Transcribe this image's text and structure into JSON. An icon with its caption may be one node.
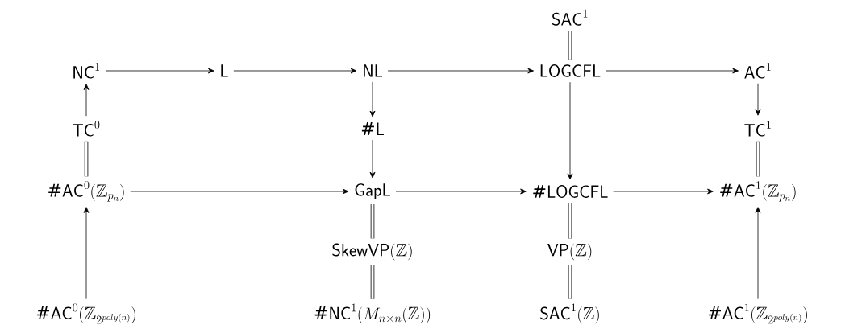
{
  "diagram": {
    "nodes": [
      {
        "text": [
          "\\mathsf{SAC}^1"
        ]
      },
      {
        "text": [
          "\\mathsf{NC}^1"
        ]
      },
      {
        "text": [
          "\\mathsf{L}"
        ]
      },
      {
        "text": [
          "\\mathsf{NL}"
        ]
      },
      {
        "text": [
          "\\mathsf{LOGCFL}"
        ]
      },
      {
        "text": [
          "\\mathsf{AC}^1"
        ]
      },
      {
        "text": [
          "\\mathsf{TC}^0"
        ]
      },
      {
        "text": [
          "\\#\\mathsf{L}"
        ]
      },
      {
        "text": [
          "\\mathsf{TC}^1"
        ]
      },
      {
        "text": [
          "\\#\\mathsf{AC}^0(\\mathbb{Z}_{p_n})"
        ]
      },
      {
        "text": [
          "\\mathsf{GapL}"
        ]
      },
      {
        "text": [
          "\\#\\mathsf{LOGCFL}"
        ]
      },
      {
        "text": [
          "\\#\\mathsf{AC}^1(\\mathbb{Z}_{p_n})"
        ]
      },
      {
        "text": [
          "\\mathsf{SkewVP}(\\mathbb{Z})"
        ]
      },
      {
        "text": [
          "\\mathsf{VP}(\\mathbb{Z})"
        ]
      },
      {
        "text": [
          "\\#\\mathsf{AC}^0(\\mathbb{Z}_{2^{poly(n)}})"
        ]
      },
      {
        "text": [
          "\\#\\mathsf{NC}^1(M_{n\\times n}(\\mathbb{Z}))"
        ]
      },
      {
        "text": [
          "\\mathsf{SAC}^1(\\mathbb{Z})"
        ]
      },
      {
        "text": [
          "\\#\\mathsf{AC}^1(\\mathbb{Z}_{2^{poly(n)}})"
        ]
      }
    ],
    "edges": [
      {
        "from": 1,
        "to": 2,
        "arrow": "to"
      },
      {
        "from": 2,
        "to": 3,
        "arrow": "to"
      },
      {
        "from": 3,
        "to": 4,
        "arrow": "to"
      },
      {
        "from": 4,
        "to": 5,
        "arrow": "to"
      },
      {
        "from": 6,
        "to": 1,
        "arrow": "to"
      },
      {
        "from": 3,
        "to": 7,
        "arrow": "to"
      },
      {
        "from": 7,
        "to": 10,
        "arrow": "to"
      },
      {
        "from": 5,
        "to": 8,
        "arrow": "to"
      },
      {
        "from": 4,
        "to": 11,
        "arrow": "to"
      },
      {
        "from": 9,
        "to": 10,
        "arrow": "to"
      },
      {
        "from": 10,
        "to": 11,
        "arrow": "to"
      },
      {
        "from": 11,
        "to": 12,
        "arrow": "to"
      },
      {
        "from": 15,
        "to": 9,
        "arrow": "to"
      },
      {
        "from": 18,
        "to": 12,
        "arrow": "to"
      },
      {
        "from": 0,
        "to": 4,
        "arrow": "none",
        "style": "thick"
      },
      {
        "from": 6,
        "to": 9,
        "arrow": "none",
        "style": "thick"
      },
      {
        "from": 8,
        "to": 12,
        "arrow": "none",
        "style": "thick"
      },
      {
        "from": 10,
        "to": 13,
        "arrow": "none",
        "style": "thick"
      },
      {
        "from": 13,
        "to": 16,
        "arrow": "none",
        "style": "thick"
      },
      {
        "from": 11,
        "to": 14,
        "arrow": "none",
        "style": "thick"
      },
      {
        "from": 14,
        "to": 17,
        "arrow": "none",
        "style": "thick"
      }
    ]
  }
}
